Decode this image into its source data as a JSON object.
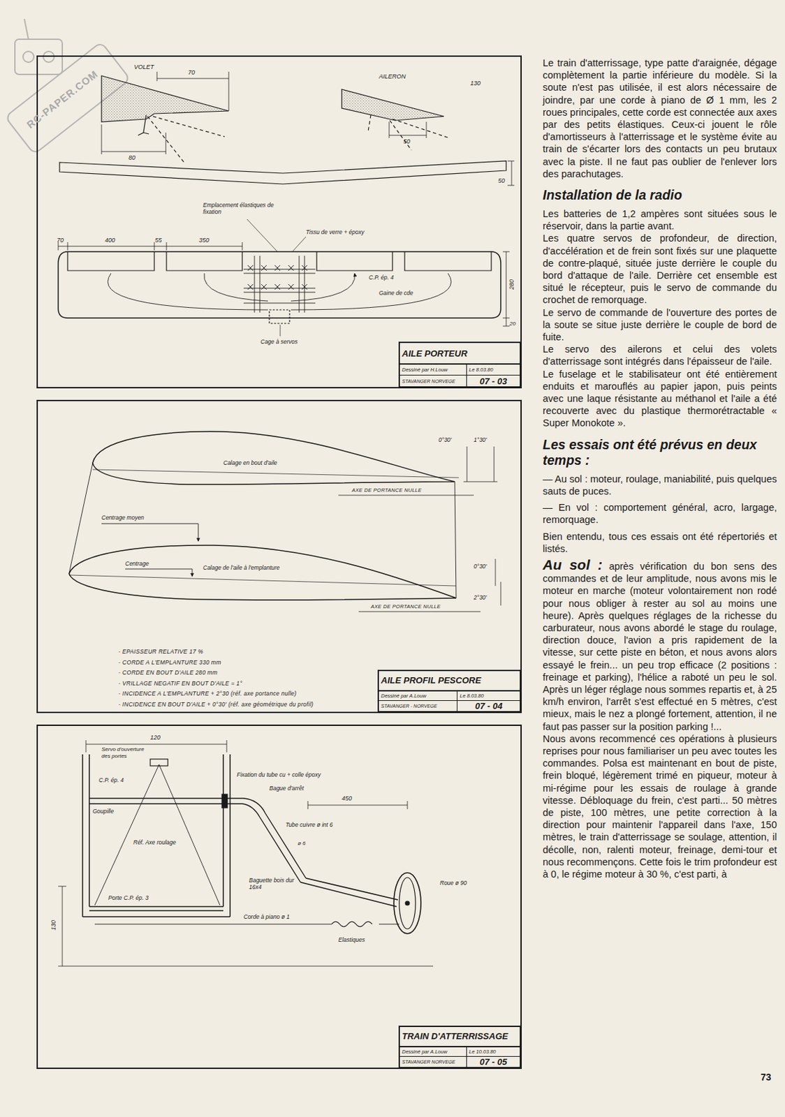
{
  "diagram": {
    "nodes": [
      {
        "text": [
          "AILE PORTEUR",
          "Dessiné par H.Louw",
          "Le 8.03.80",
          "STAVANGER NORVEGE",
          "07 - 03"
        ]
      },
      {
        "text": [
          "AILE PROFIL PESCORE",
          "Dessiné par A.Louw",
          "Le 8.03.80",
          "STAVANGER - NORVEGE",
          "07 - 04"
        ]
      },
      {
        "text": [
          "TRAIN D'ATTERRISSAGE",
          "Dessiné par A.Louw",
          "Le 10.03.80",
          "STAVANGER NORVEGE",
          "07 - 05"
        ]
      }
    ],
    "labels": [
      "RC-PAPER.COM",
      "VOLET",
      "70",
      "80",
      "AILERON",
      "130",
      "50",
      "50",
      "Emplacement élastiques de fixation",
      "70",
      "400",
      "55",
      "350",
      "Tissu de verre + époxy",
      "C.P. ép. 4",
      "Gaine de cde",
      "280",
      "20",
      "Cage à servos",
      "Calage en bout d'aile",
      "AXE DE PORTANCE NULLE",
      "0°30'",
      "1°30'",
      "Centrage moyen",
      "Centrage",
      "Calage de l'aile à l'emplanture",
      "AXE DE PORTANCE NULLE",
      "0°30'",
      "2°30'",
      "- EPAISSEUR RELATIVE 17 %",
      "- CORDE A L'EMPLANTURE 330 mm",
      "- CORDE EN BOUT D'AILE 280 mm",
      "- VRILLAGE NEGATIF EN BOUT D'AILE = 1°",
      "- INCIDENCE A L'EMPLANTURE + 2°30 (réf. axe portance nulle)",
      "- INCIDENCE EN BOUT D'AILE + 0°30' (réf. axe géométrique du profil)",
      "120",
      "Servo d'ouverture des portes",
      "C.P. ép. 4",
      "Fixation du tube cu + colle époxy",
      "Bague d'arrêt",
      "Goupille",
      "Réf. Axe roulage",
      "Tube cuivre ø int 6",
      "450",
      "ø 6",
      "Baguette bois dur 16x4",
      "Porte C.P. ép. 3",
      "Roue ø 90",
      "Corde à piano ø 1",
      "Elastiques",
      "130",
      "Le train d'atterrissage, type patte d'araignée, dégage complètement la partie inférieure du modèle. Si la soute n'est pas utilisée, il est alors nécessaire de joindre, par une corde à piano de Ø 1 mm, les 2 roues principales, cette corde est connectée aux axes par des petits élastiques. Ceux-ci jouent le rôle d'amortisseurs à l'atterrissage et le système évite au train de s'écarter lors des contacts un peu brutaux avec la piste. Il ne faut pas oublier de l'enlever lors des parachutages.",
      "Installation de la radio",
      "Les batteries de 1,2 ampères sont situées sous le réservoir, dans la partie avant.",
      "Les quatre servos de profondeur, de direction, d'accélération et de frein sont fixés sur une plaquette de contre-plaqué, située juste derrière le couple du bord d'attaque de l'aile. Derrière cet ensemble est situé le récepteur, puis le servo de commande du crochet de remorquage.",
      "Le servo de commande de l'ouverture des portes de la soute se situe juste derrière le couple de bord de fuite.",
      "Le servo des ailerons et celui des volets d'atterrissage sont intégrés dans l'épaisseur de l'aile.",
      "Le fuselage et le stabilisateur ont été entièrement enduits et marouflés au papier japon, puis peints avec une laque résistante au méthanol et l'aile a été recouverte avec du plastique thermorétractable « Super Monokote ».",
      "Les essais ont été prévus en deux temps :",
      "— Au sol : moteur, roulage, maniabilité, puis quelques sauts de puces.",
      "— En vol : comportement général, acro, largage, remorquage.",
      "Bien entendu, tous ces essais ont été répertoriés et listés.",
      "Au sol :",
      "après vérification du bon sens des commandes et de leur amplitude, nous avons mis le moteur en marche (moteur volontairement non rodé pour nous obliger à rester au sol au moins une heure). Après quelques réglages de la richesse du carburateur, nous avons abordé le stage du roulage, direction douce, l'avion a pris rapidement de la vitesse, sur cette piste en béton, et nous avons alors essayé le frein... un peu trop efficace (2 positions : freinage et parking), l'hélice a raboté un peu le sol. Après un léger réglage nous sommes repartis et, à 25 km/h environ, l'arrêt s'est effectué en 5 mètres, c'est mieux, mais le nez a plongé fortement, attention, il ne faut pas passer sur la position parking !...",
      "Nous avons recommencé ces opérations à plusieurs reprises pour nous familiariser un peu avec toutes les commandes. Polsa est maintenant en bout de piste, frein bloqué, légèrement trimé en piqueur, moteur à mi-régime pour les essais de roulage à grande vitesse. Débloquage du frein, c'est parti... 50 mètres de piste, 100 mètres, une petite correction à la direction pour maintenir l'appareil dans l'axe, 150 mètres, le train d'atterrissage se soulage, attention, il décolle, non, ralenti moteur, freinage, demi-tour et nous recommençons. Cette fois le trim profondeur est à 0, le régime moteur à 30 %, c'est parti, à",
      "73"
    ]
  }
}
